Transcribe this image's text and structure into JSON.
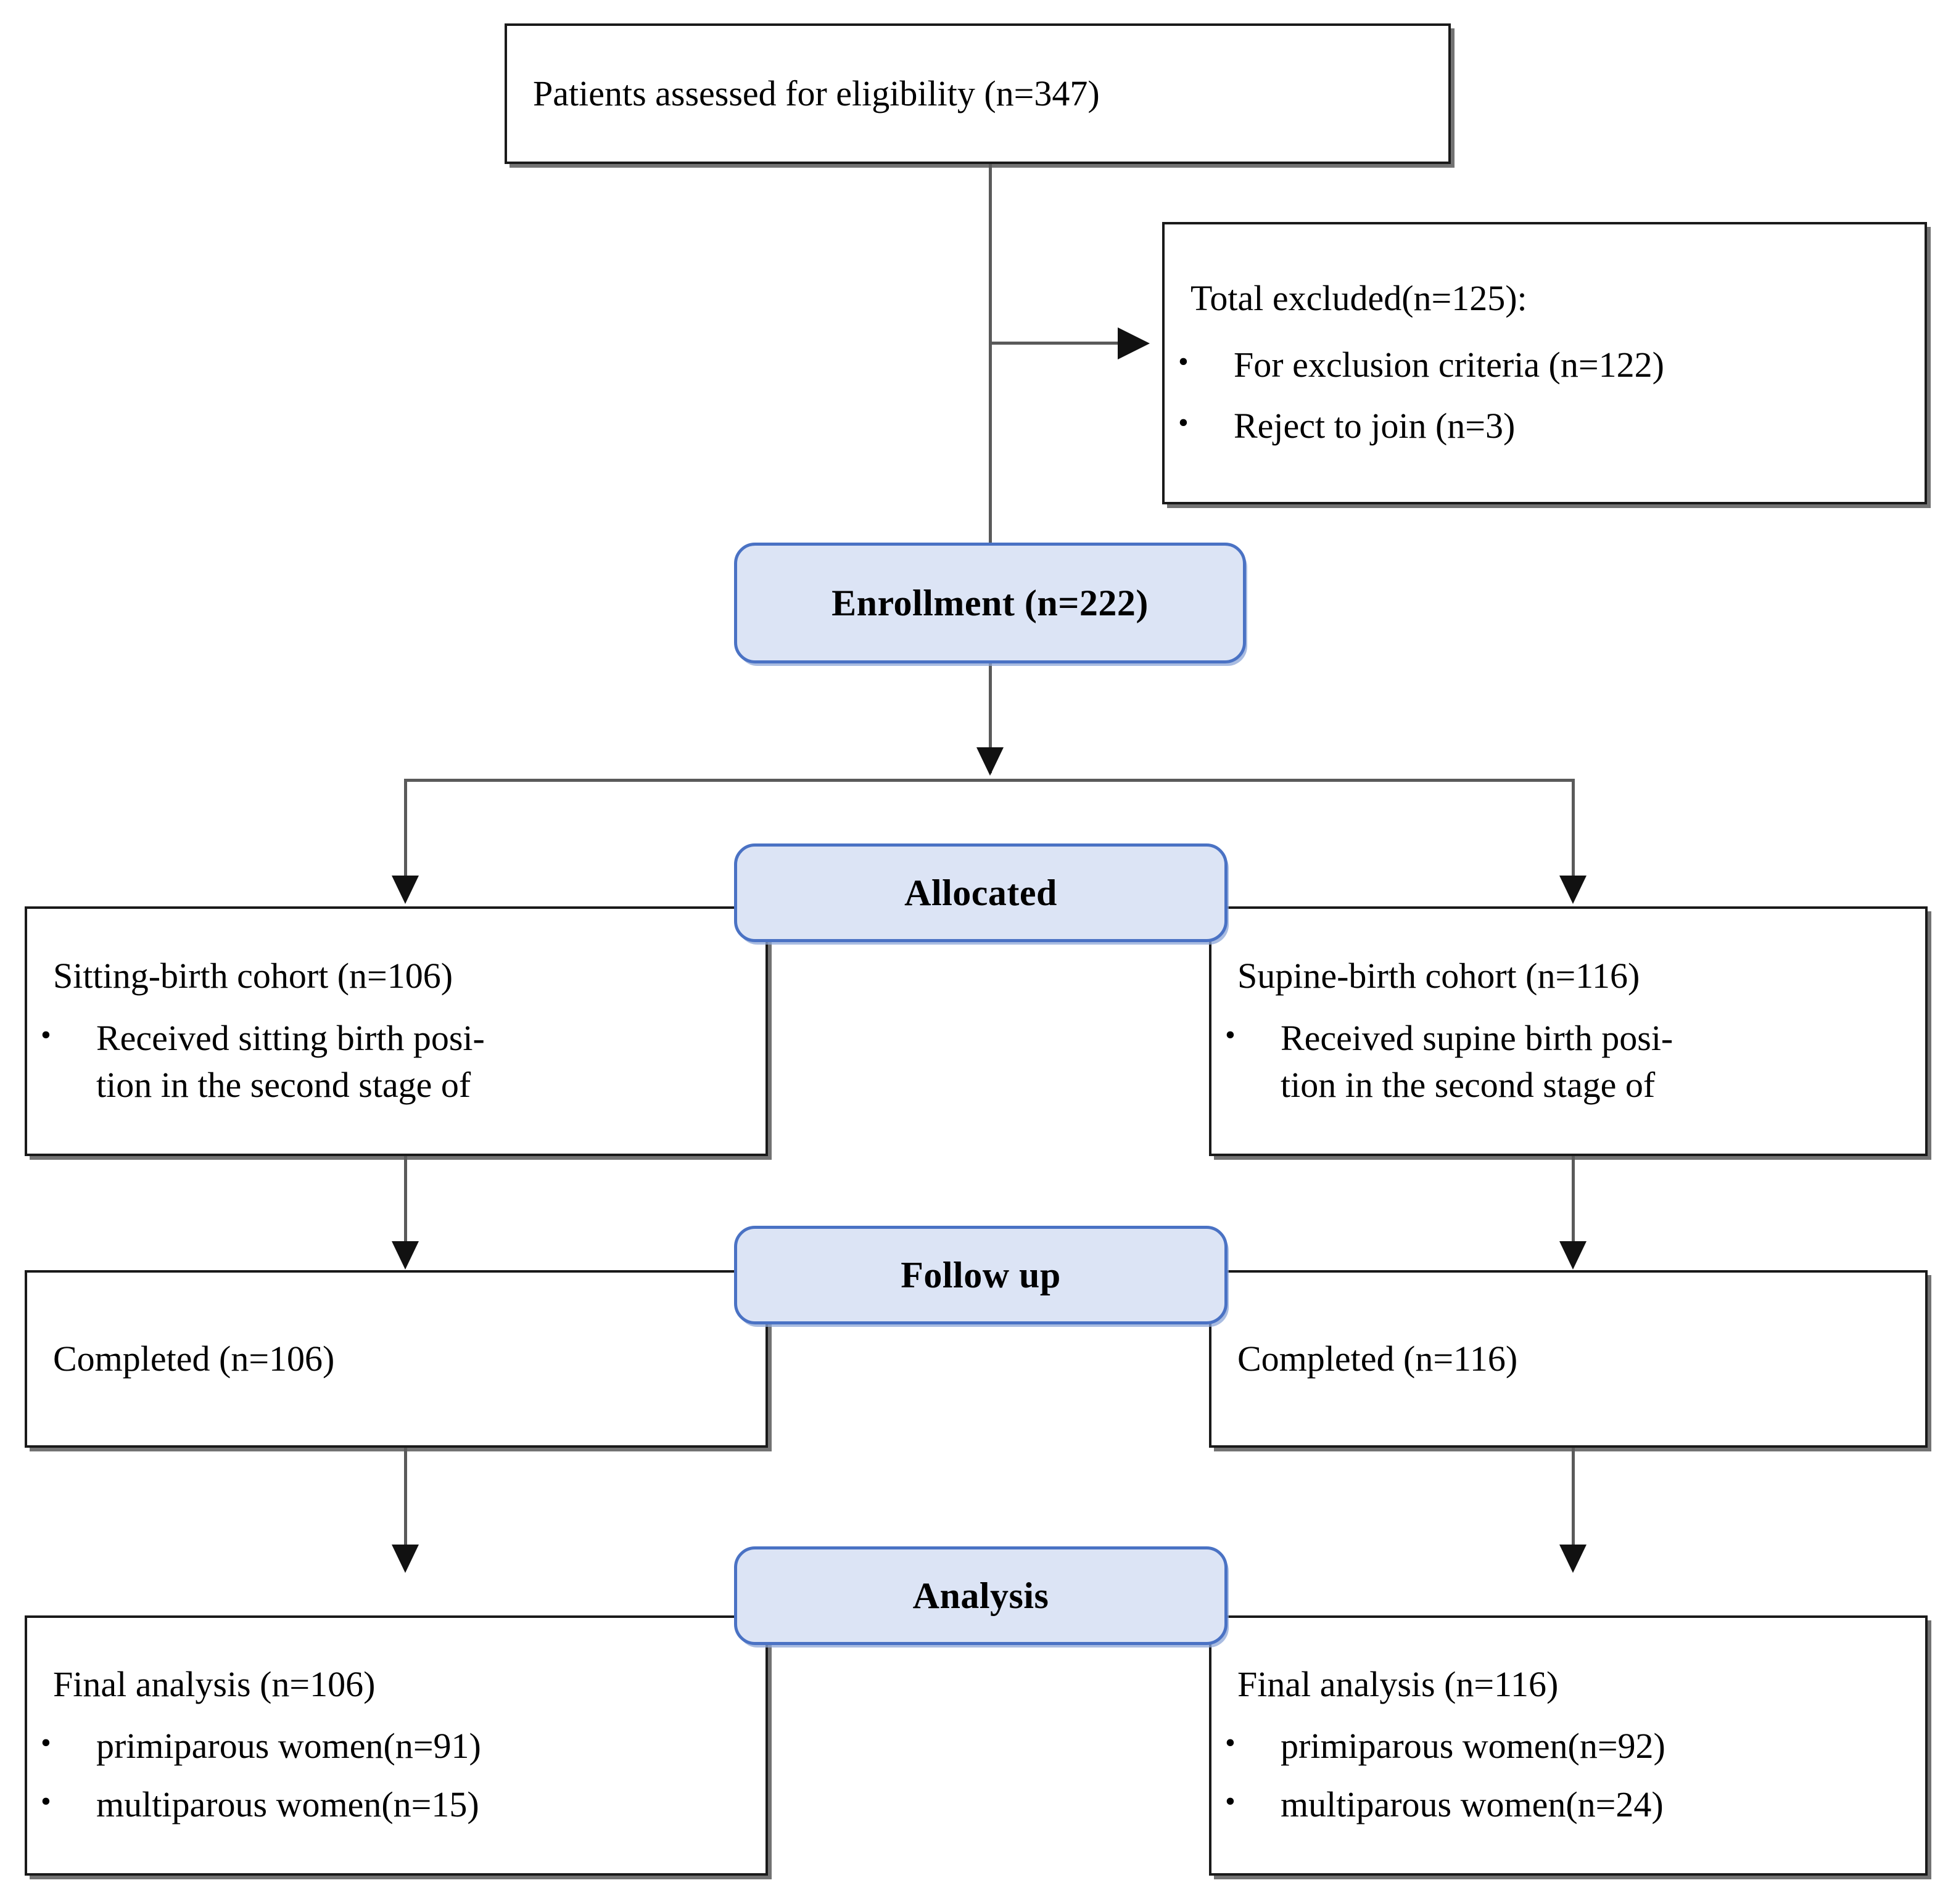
{
  "diagram": {
    "title": "CONSORT participant flow diagram",
    "accent_color": "#4a72c4",
    "badge_fill": "#dce4f5",
    "box_border_color": "#1a1a1a",
    "connector_color": "#5a5a5a"
  },
  "eligibility": {
    "text": "Patients assessed for eligibility (n=347)"
  },
  "excluded": {
    "heading": "Total excluded(n=125):",
    "items": [
      "For exclusion criteria (n=122)",
      "Reject to join (n=3)"
    ]
  },
  "stages": {
    "enrollment": "Enrollment (n=222)",
    "allocated": "Allocated",
    "follow_up": "Follow up",
    "analysis": "Analysis"
  },
  "allocation": {
    "left": {
      "heading": "Sitting-birth cohort (n=106)",
      "bullet_line1": "Received sitting birth posi-",
      "bullet_line2": "tion in the second stage of"
    },
    "right": {
      "heading": "Supine-birth cohort (n=116)",
      "bullet_line1": "Received supine birth posi-",
      "bullet_line2": "tion in the second stage of"
    }
  },
  "followup": {
    "left": {
      "text": "Completed (n=106)"
    },
    "right": {
      "text": "Completed (n=116)"
    }
  },
  "analysis": {
    "left": {
      "heading": "Final analysis (n=106)",
      "items": [
        "primiparous women(n=91)",
        "multiparous women(n=15)"
      ]
    },
    "right": {
      "heading": "Final analysis (n=116)",
      "items": [
        "primiparous women(n=92)",
        "multiparous women(n=24)"
      ]
    }
  },
  "glyphs": {
    "bullet": "•"
  }
}
